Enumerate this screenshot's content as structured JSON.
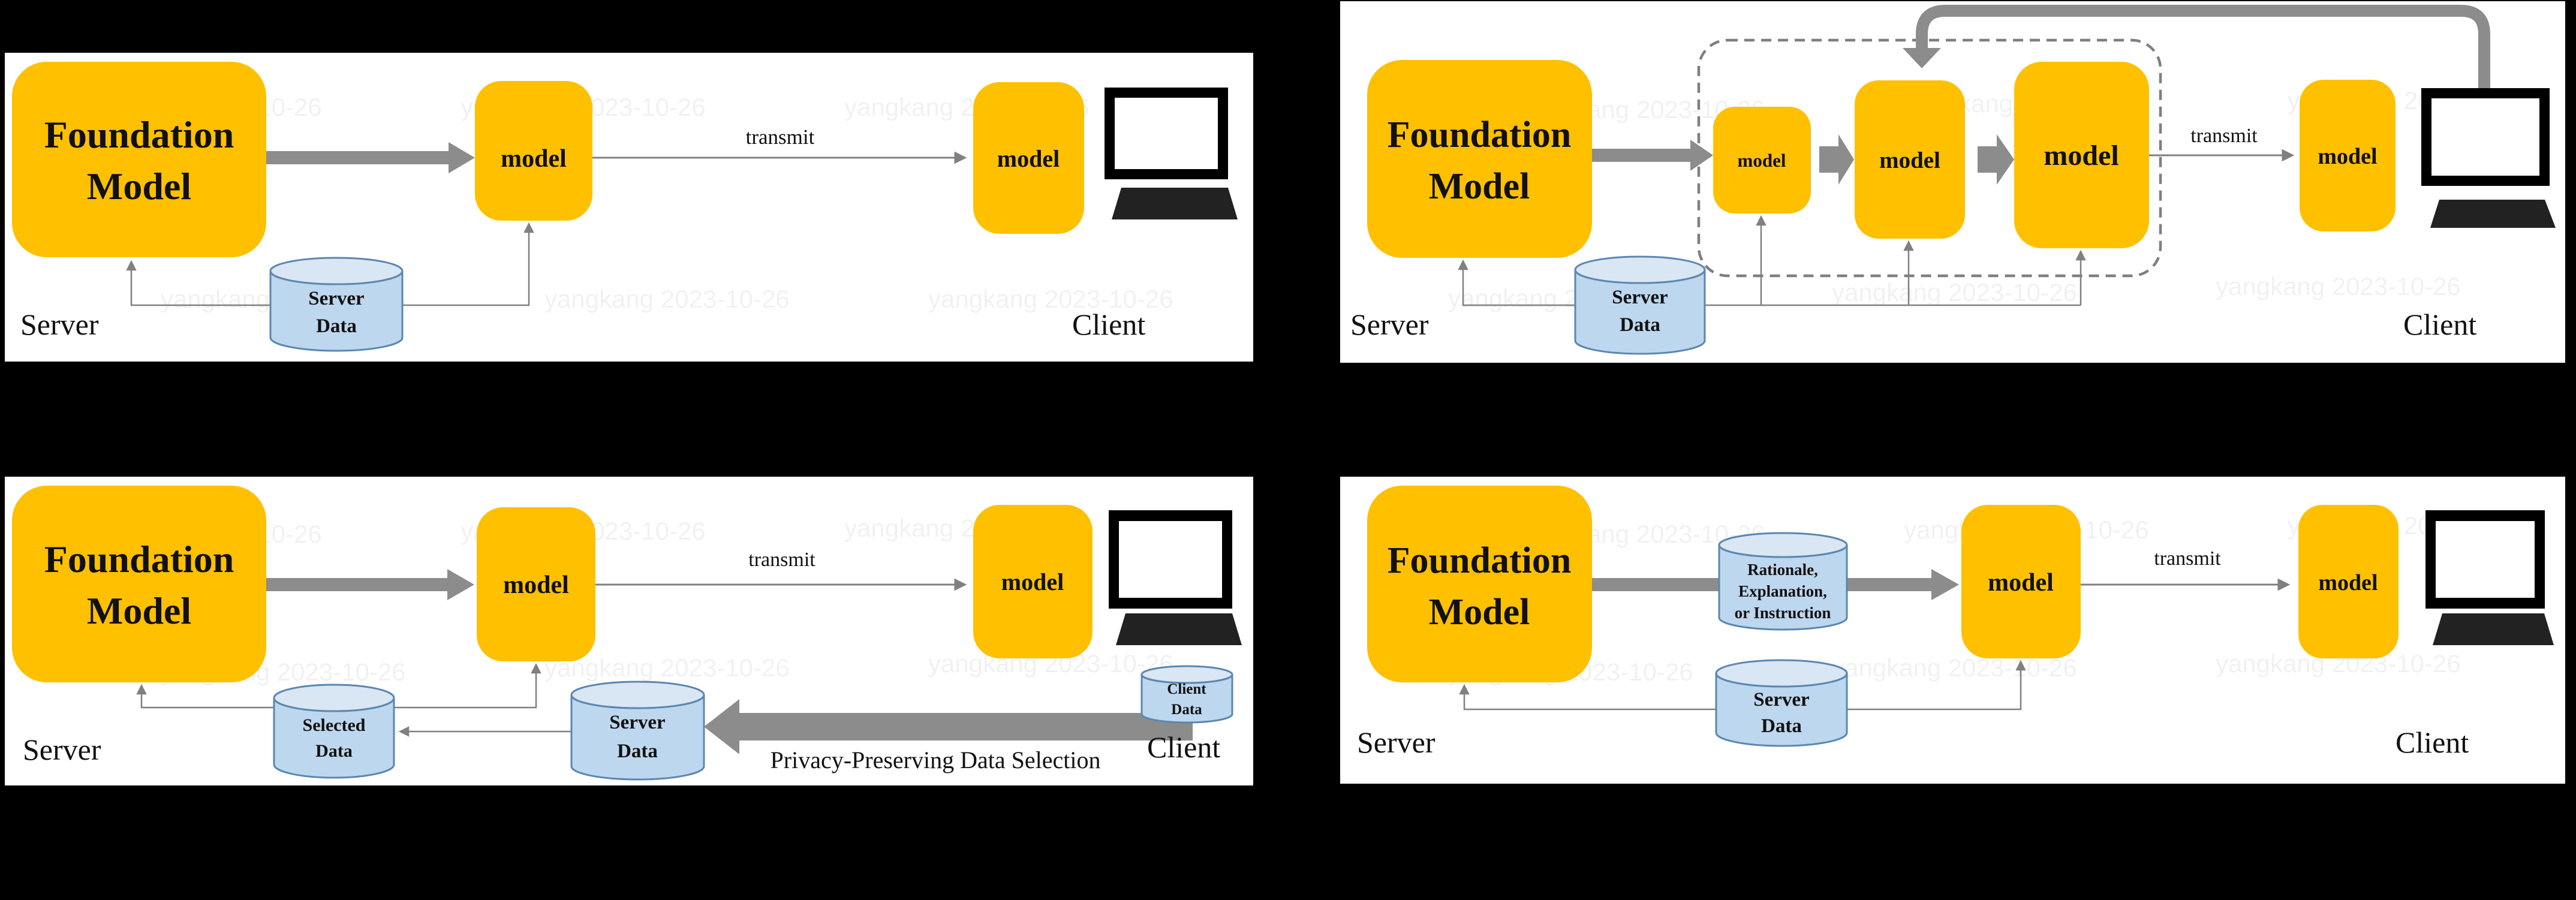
{
  "watermark": "yangkang 2023-10-26",
  "colors": {
    "canvas_bg": "#000000",
    "panel_bg": "#FFFFFF",
    "model_box_fill": "#FFC000",
    "cylinder_fill": "#BDD7EE",
    "cylinder_top_fill": "#D9E6F4",
    "cylinder_stroke": "#5B87B0",
    "arrow_gray": "#8C8C8C",
    "line_gray": "#808080",
    "text_color": "#111111"
  },
  "panels": {
    "top_left": {
      "foundation_model_line1": "Foundation",
      "foundation_model_line2": "Model",
      "server_model_label": "model",
      "client_model_label": "model",
      "transmit_label": "transmit",
      "server_data_line1": "Server",
      "server_data_line2": "Data",
      "server_label": "Server",
      "client_label": "Client"
    },
    "top_right": {
      "foundation_model_line1": "Foundation",
      "foundation_model_line2": "Model",
      "chain_model_1": "model",
      "chain_model_2": "model",
      "chain_model_3": "model",
      "client_model_label": "model",
      "transmit_label": "transmit",
      "server_data_line1": "Server",
      "server_data_line2": "Data",
      "server_label": "Server",
      "client_label": "Client"
    },
    "bottom_left": {
      "foundation_model_line1": "Foundation",
      "foundation_model_line2": "Model",
      "server_model_label": "model",
      "client_model_label": "model",
      "transmit_label": "transmit",
      "server_data_line1": "Server",
      "server_data_line2": "Data",
      "selected_data_line1": "Selected",
      "selected_data_line2": "Data",
      "client_data_line1": "Client",
      "client_data_line2": "Data",
      "privacy_label": "Privacy-Preserving Data Selection",
      "server_label": "Server",
      "client_label": "Client"
    },
    "bottom_right": {
      "foundation_model_line1": "Foundation",
      "foundation_model_line2": "Model",
      "server_model_label": "model",
      "client_model_label": "model",
      "transmit_label": "transmit",
      "rationale_line1": "Rationale,",
      "rationale_line2": "Explanation,",
      "rationale_line3": "or Instruction",
      "server_data_line1": "Server",
      "server_data_line2": "Data",
      "server_label": "Server",
      "client_label": "Client"
    }
  }
}
